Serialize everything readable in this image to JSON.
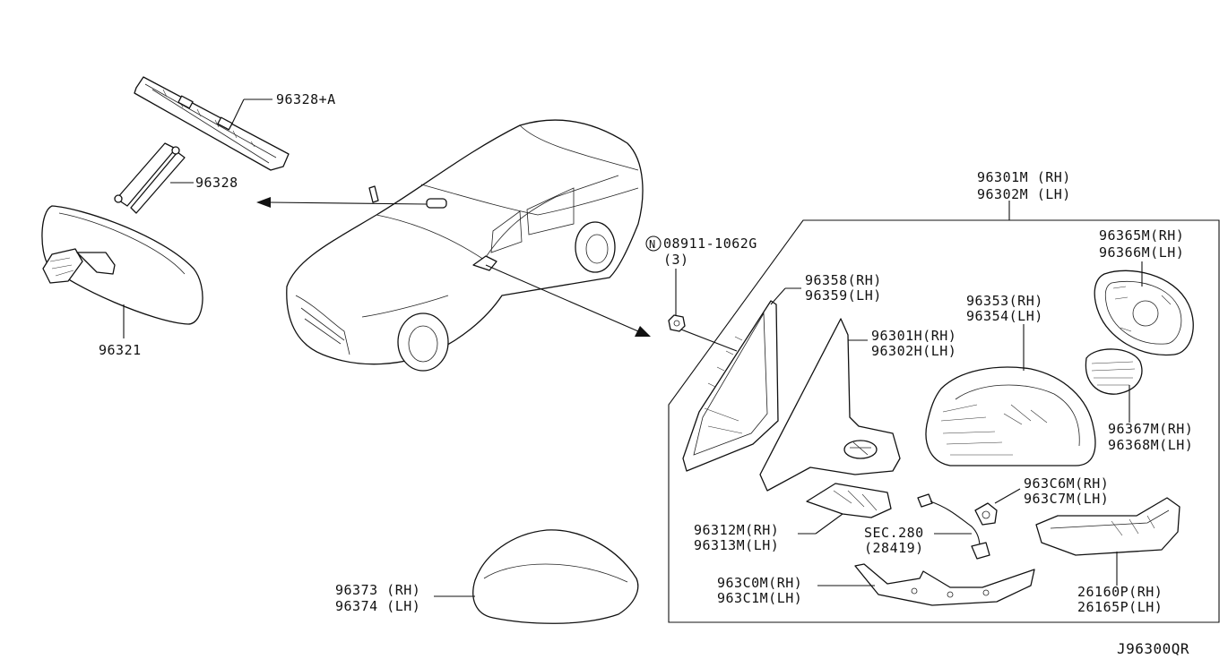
{
  "diagram_code": "J96300QR",
  "labels": {
    "p96328a": "96328+A",
    "p96328": "96328",
    "p96321": "96321",
    "nut_part": "08911-1062G",
    "nut_qty": "(3)",
    "nut_prefix": "N",
    "mirror_rh": "96301M (RH)",
    "mirror_lh": "96302M (LH)",
    "glass_rh": "96365M(RH)",
    "glass_lh": "96366M(LH)",
    "cover_in_rh": "96358(RH)",
    "cover_in_lh": "96359(LH)",
    "housing_rh": "96353(RH)",
    "housing_lh": "96354(LH)",
    "base_rh": "96301H(RH)",
    "base_lh": "96302H(LH)",
    "motor_rh": "96367M(RH)",
    "motor_lh": "96368M(LH)",
    "bulb_rh": "963C6M(RH)",
    "bulb_lh": "963C7M(LH)",
    "gasket_rh": "96312M(RH)",
    "gasket_lh": "96313M(LH)",
    "sec": "SEC.280",
    "sec_sub": "(28419)",
    "finisher_rh": "963C0M(RH)",
    "finisher_lh": "963C1M(LH)",
    "lamp_rh": "26160P(RH)",
    "lamp_lh": "26165P(LH)",
    "cap_rh": "96373 (RH)",
    "cap_lh": "96374 (LH)"
  }
}
